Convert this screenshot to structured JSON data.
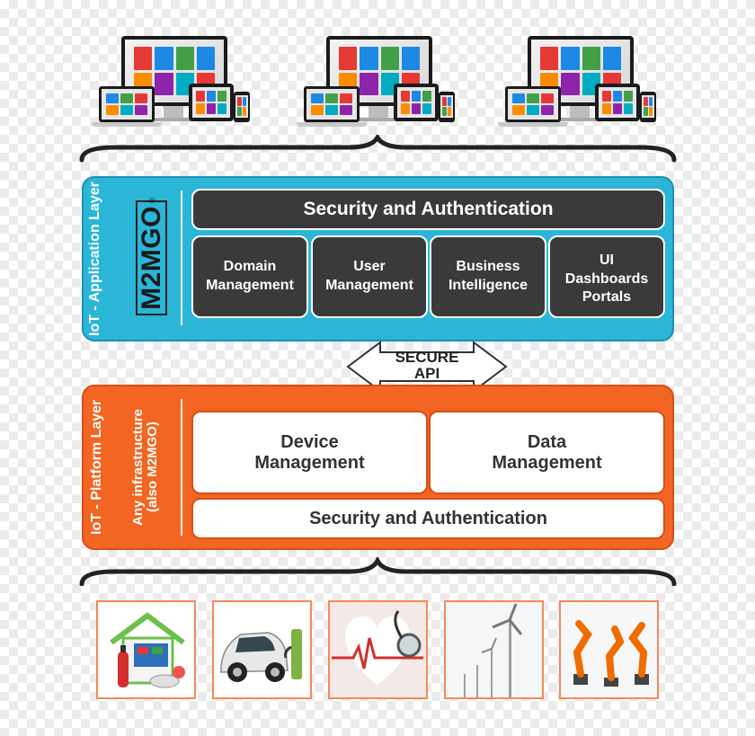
{
  "colors": {
    "application_layer": "#2bb6d8",
    "platform_layer": "#f26522",
    "dark_box": "#3a3a3a",
    "thumb_border": "#f58a5a"
  },
  "application_layer": {
    "side_label": "IoT - Application Layer",
    "logo_text": "M2MGO",
    "logo_mark": "®",
    "security_label": "Security and Authentication",
    "modules": [
      {
        "label": "Domain\nManagement"
      },
      {
        "label": "User\nManagement"
      },
      {
        "label": "Business\nIntelligence"
      },
      {
        "label": "UI\nDashboards\nPortals"
      }
    ]
  },
  "secure_api": {
    "label": "SECURE\nAPI"
  },
  "platform_layer": {
    "side_label": "IoT - Platform Layer",
    "sub_label": "Any infrastructure (also M2MGO)",
    "modules": [
      {
        "label": "Device\nManagement"
      },
      {
        "label": "Data\nManagement"
      }
    ],
    "security_label": "Security and Authentication"
  },
  "devices": [
    {
      "icon": "responsive-devices-icon"
    },
    {
      "icon": "responsive-devices-icon"
    },
    {
      "icon": "responsive-devices-icon"
    }
  ],
  "use_cases": [
    {
      "icon": "smart-home-icon"
    },
    {
      "icon": "electric-car-icon"
    },
    {
      "icon": "health-monitoring-icon"
    },
    {
      "icon": "wind-turbine-icon"
    },
    {
      "icon": "industrial-robot-icon"
    }
  ]
}
